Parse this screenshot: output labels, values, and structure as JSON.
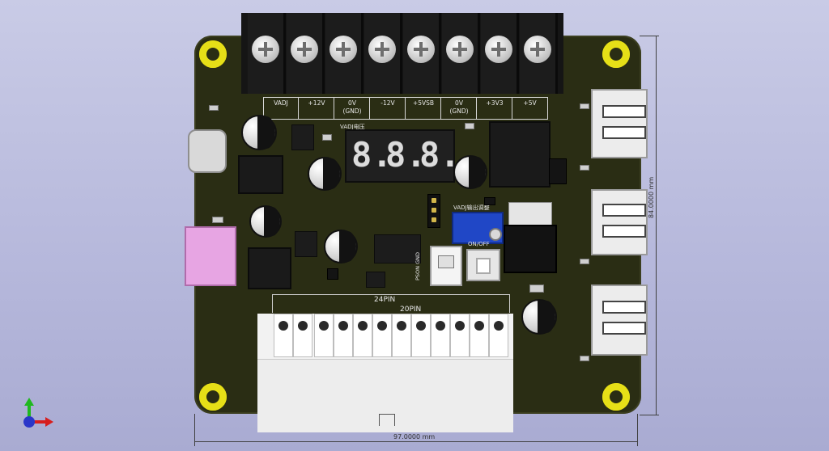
{
  "terminals": {
    "count": 8
  },
  "rail_labels": [
    {
      "name": "VADJ",
      "sub": ""
    },
    {
      "name": "+12V",
      "sub": ""
    },
    {
      "name": "0V",
      "sub": "(GND)"
    },
    {
      "name": "-12V",
      "sub": ""
    },
    {
      "name": "+5VSB",
      "sub": ""
    },
    {
      "name": "0V",
      "sub": "(GND)"
    },
    {
      "name": "+3V3",
      "sub": ""
    },
    {
      "name": "+5V",
      "sub": ""
    }
  ],
  "silkscreen": {
    "vadj_display_label": "VADJ电压",
    "display_digits": [
      "8.",
      "8.",
      "8."
    ],
    "pot_label": "VADJ输出调整",
    "switch_label": "ON/OFF",
    "pson_label": "PSON GND",
    "atx24_label": "24PIN",
    "atx20_label": "20PIN"
  },
  "dimensions": {
    "width_label": "97.0000 mm",
    "height_label": "84.0000 mm"
  },
  "colors": {
    "background": "#b9bbdc",
    "pcb": "#2a2d14",
    "mount_hole": "#e6df17",
    "pot_blue": "#2047c6"
  },
  "axis_icon": {
    "x": "red",
    "y": "green",
    "z": "blue"
  }
}
